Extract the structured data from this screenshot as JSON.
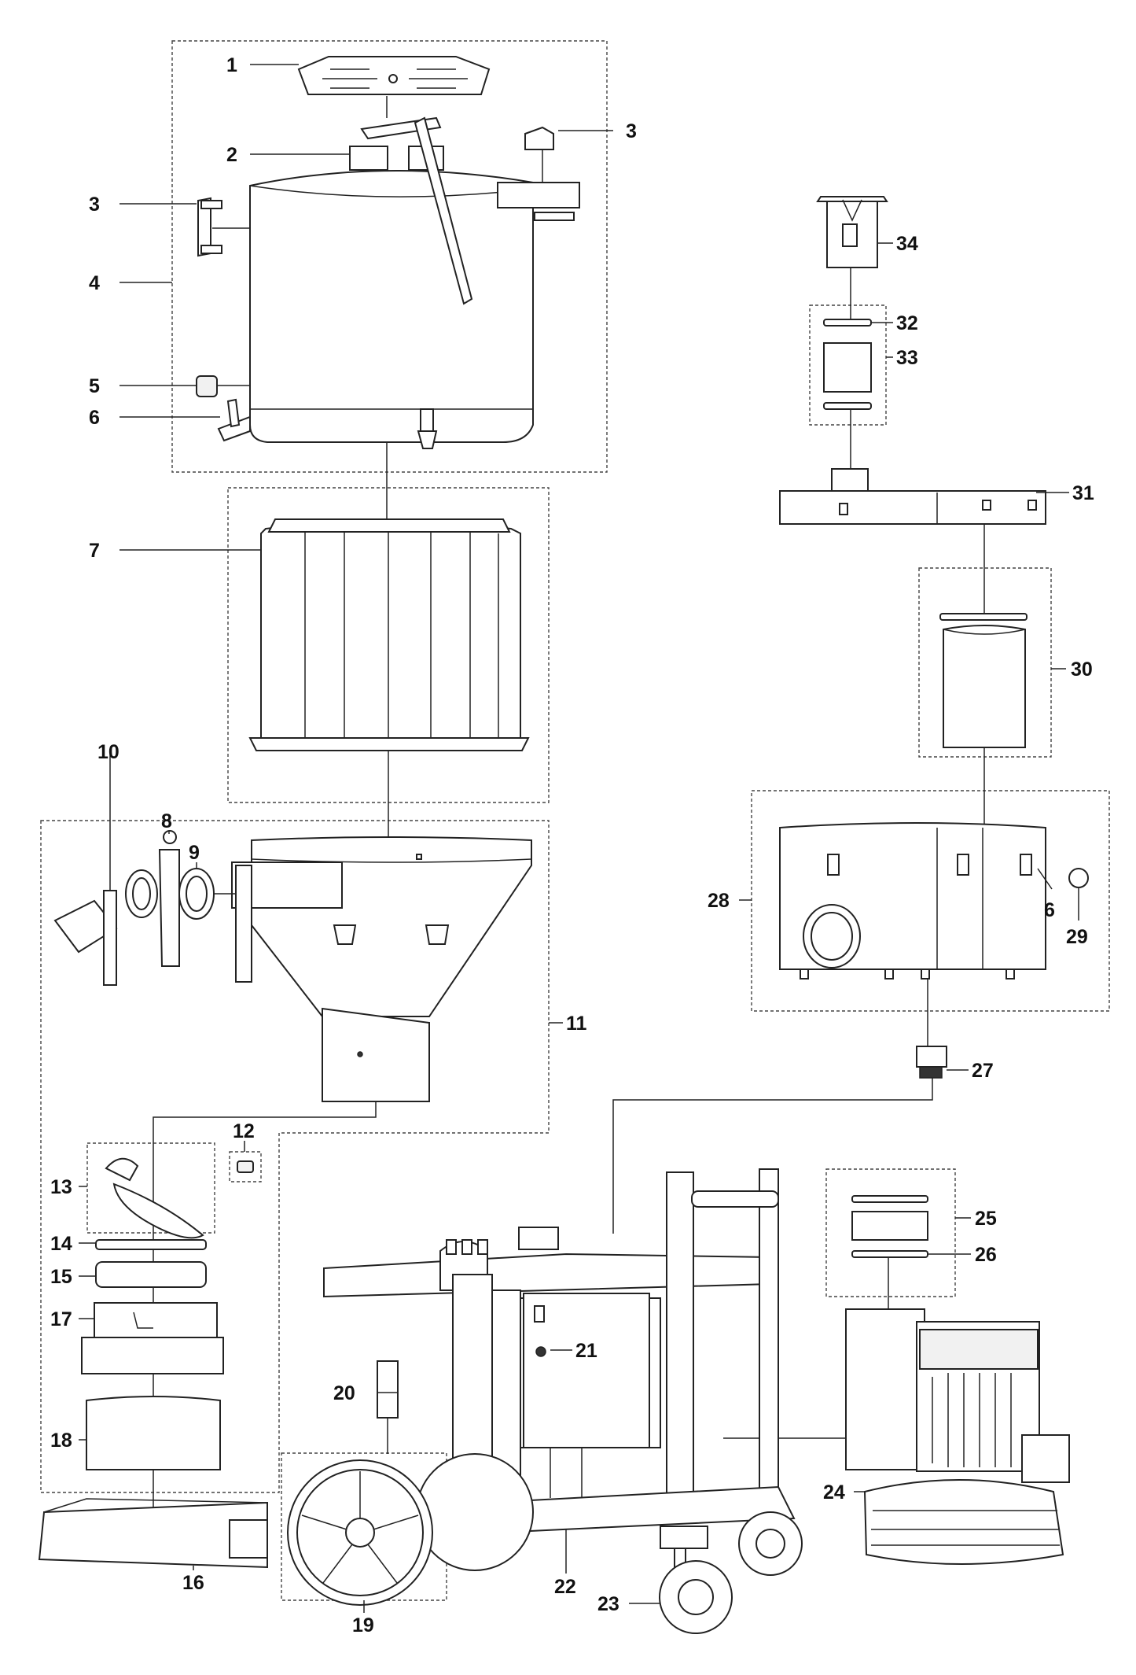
{
  "diagram": {
    "labels": [
      {
        "id": "1",
        "text": "1"
      },
      {
        "id": "2",
        "text": "2"
      },
      {
        "id": "3a",
        "text": "3"
      },
      {
        "id": "3b",
        "text": "3"
      },
      {
        "id": "4",
        "text": "4"
      },
      {
        "id": "5",
        "text": "5"
      },
      {
        "id": "6a",
        "text": "6"
      },
      {
        "id": "6b",
        "text": "6"
      },
      {
        "id": "7",
        "text": "7"
      },
      {
        "id": "8",
        "text": "8"
      },
      {
        "id": "9",
        "text": "9"
      },
      {
        "id": "10",
        "text": "10"
      },
      {
        "id": "11",
        "text": "11"
      },
      {
        "id": "12",
        "text": "12"
      },
      {
        "id": "13",
        "text": "13"
      },
      {
        "id": "14",
        "text": "14"
      },
      {
        "id": "15",
        "text": "15"
      },
      {
        "id": "16",
        "text": "16"
      },
      {
        "id": "17",
        "text": "17"
      },
      {
        "id": "18",
        "text": "18"
      },
      {
        "id": "19",
        "text": "19"
      },
      {
        "id": "20",
        "text": "20"
      },
      {
        "id": "21",
        "text": "21"
      },
      {
        "id": "22",
        "text": "22"
      },
      {
        "id": "23",
        "text": "23"
      },
      {
        "id": "24",
        "text": "24"
      },
      {
        "id": "25",
        "text": "25"
      },
      {
        "id": "26",
        "text": "26"
      },
      {
        "id": "27",
        "text": "27"
      },
      {
        "id": "28",
        "text": "28"
      },
      {
        "id": "29",
        "text": "29"
      },
      {
        "id": "30",
        "text": "30"
      },
      {
        "id": "31",
        "text": "31"
      },
      {
        "id": "32",
        "text": "32"
      },
      {
        "id": "33",
        "text": "33"
      },
      {
        "id": "34",
        "text": "34"
      }
    ]
  }
}
